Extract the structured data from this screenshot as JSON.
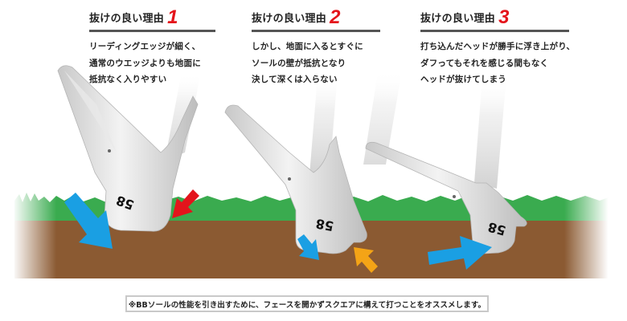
{
  "reasons": [
    {
      "label": "抜けの良い理由",
      "number": "1",
      "lines": [
        "リーディングエッジが細く、",
        "通常のウエッジよりも地面に",
        "抵抗なく入りやすい"
      ]
    },
    {
      "label": "抜けの良い理由",
      "number": "2",
      "lines": [
        "しかし、地面に入るとすぐに",
        "ソールの壁が抵抗となり",
        "決して深くは入らない"
      ]
    },
    {
      "label": "抜けの良い理由",
      "number": "3",
      "lines": [
        "打ち込んだヘッドが勝手に浮き上がり、",
        "ダフってもそれを感じる間もなく",
        "ヘッドが抜けてしまう"
      ]
    }
  ],
  "illustration": {
    "loft_stamp": "58",
    "heads": [
      {
        "stamp": "58",
        "arrows": [
          "blue-arrow",
          "red-arrow"
        ]
      },
      {
        "stamp": "58",
        "arrows": [
          "blue-arrow",
          "orange-arrow"
        ]
      },
      {
        "stamp": "58",
        "arrows": [
          "blue-arrow"
        ]
      }
    ],
    "colors": {
      "grass": "#3aab4f",
      "soil": "#8b5a32",
      "club": "#d9d9d9",
      "arrow_blue": "#1a9fe3",
      "arrow_red": "#e3141c",
      "arrow_orange": "#f4a416",
      "number_red": "#e4141b",
      "rule": "#555555"
    }
  },
  "footer": {
    "note": "※BBソールの性能を引き出すために、フェースを開かずスクエアに構えて打つことをオススメします。"
  }
}
